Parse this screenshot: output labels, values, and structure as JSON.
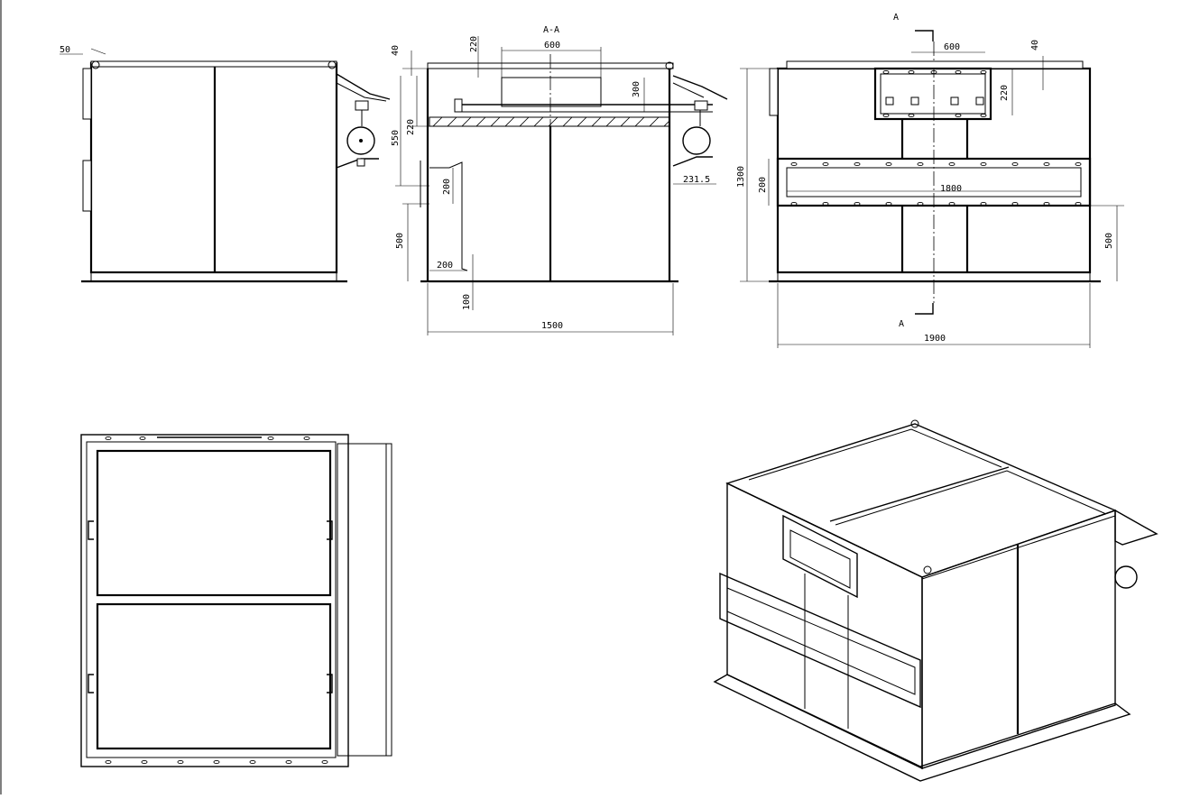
{
  "section_labels": {
    "a_a": "A-A",
    "a_top": "A",
    "a_bottom": "A"
  },
  "dimensions": {
    "side_50": "50",
    "sec_40": "40",
    "sec_220_top": "220",
    "sec_600": "600",
    "sec_300": "300",
    "sec_550": "550",
    "sec_220": "220",
    "sec_200": "200",
    "sec_2315": "231.5",
    "sec_500": "500",
    "sec_200_lower": "200",
    "sec_100": "100",
    "sec_1500": "1500",
    "front_600": "600",
    "front_40": "40",
    "front_220": "220",
    "front_1300": "1300",
    "front_200": "200",
    "front_1800": "1800",
    "front_500": "500",
    "front_1900": "1900"
  },
  "colors": {
    "line": "#000000",
    "paper": "#ffffff"
  }
}
